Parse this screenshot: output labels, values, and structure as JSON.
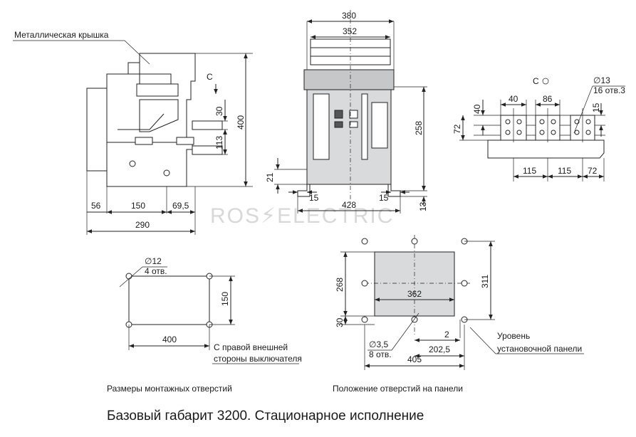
{
  "labels": {
    "metal_cover": "Металлическая крышка",
    "c_left": "С",
    "c_right": "С",
    "hole13": "∅13",
    "hole13_count": "16 отв.3",
    "hole12": "∅12",
    "hole12_count": "4 отв.",
    "hole35": "∅3,5",
    "hole35_count": "8 отв.",
    "right_side_line1": "С правой внешней",
    "right_side_line2": "стороны выключателя",
    "level_line1": "Уровень",
    "level_line2": "установочной панели",
    "watermark": "ROS⚡ELECTRIC"
  },
  "dims": {
    "side": {
      "d400": "400",
      "d30": "30",
      "d113": "113",
      "d56": "56",
      "d150": "150",
      "d69_5": "69,5",
      "d290": "290"
    },
    "front": {
      "d380": "380",
      "d352": "352",
      "d258": "258",
      "d21": "21",
      "d15a": "15",
      "d15b": "15",
      "d428": "428",
      "d13": "13"
    },
    "terminals": {
      "d40top": "40",
      "d86": "86",
      "d40left": "40",
      "d72left": "72",
      "d15": "15",
      "d115a": "115",
      "d115b": "115",
      "d72b": "72"
    },
    "mount": {
      "d150": "150",
      "d400": "400"
    },
    "panel": {
      "d268": "268",
      "d311": "311",
      "d362": "362",
      "d30": "30",
      "d2": "2",
      "d202_5": "202,5",
      "d405": "405"
    }
  },
  "captions": {
    "mount_holes": "Размеры монтажных отверстий",
    "panel_holes": "Положение отверстий на панели",
    "title": "Базовый габарит 3200. Стационарное исполнение"
  }
}
